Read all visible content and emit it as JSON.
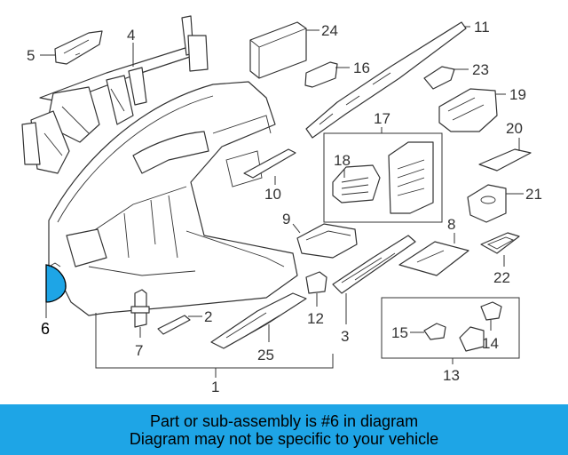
{
  "callouts": [
    {
      "id": "1",
      "label": "1"
    },
    {
      "id": "2",
      "label": "2"
    },
    {
      "id": "3",
      "label": "3"
    },
    {
      "id": "4",
      "label": "4"
    },
    {
      "id": "5",
      "label": "5"
    },
    {
      "id": "6",
      "label": "6"
    },
    {
      "id": "7",
      "label": "7"
    },
    {
      "id": "8",
      "label": "8"
    },
    {
      "id": "9",
      "label": "9"
    },
    {
      "id": "10",
      "label": "10"
    },
    {
      "id": "11",
      "label": "11"
    },
    {
      "id": "12",
      "label": "12"
    },
    {
      "id": "13",
      "label": "13"
    },
    {
      "id": "14",
      "label": "14"
    },
    {
      "id": "15",
      "label": "15"
    },
    {
      "id": "16",
      "label": "16"
    },
    {
      "id": "17",
      "label": "17"
    },
    {
      "id": "18",
      "label": "18"
    },
    {
      "id": "19",
      "label": "19"
    },
    {
      "id": "20",
      "label": "20"
    },
    {
      "id": "21",
      "label": "21"
    },
    {
      "id": "22",
      "label": "22"
    },
    {
      "id": "23",
      "label": "23"
    },
    {
      "id": "24",
      "label": "24"
    },
    {
      "id": "25",
      "label": "25"
    }
  ],
  "highlight": {
    "part": "6",
    "color": "#1ea5e6"
  },
  "banner": {
    "line1": "Part or sub-assembly is #6 in diagram",
    "line2": "Diagram may not be specific to your vehicle",
    "color": "#1ea5e6"
  }
}
